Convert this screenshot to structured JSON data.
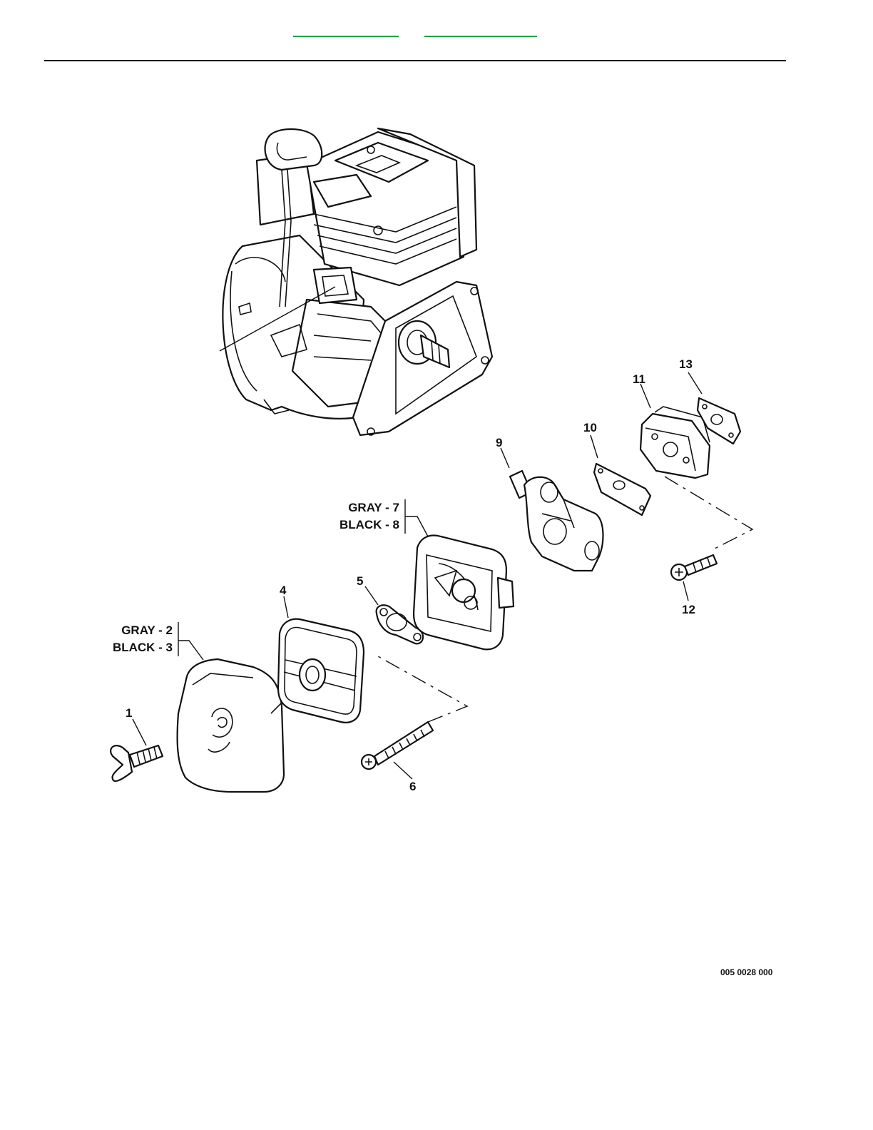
{
  "header": {
    "link_a": "",
    "link_b": ""
  },
  "callouts": {
    "c1": "1",
    "c2": "GRAY - 2",
    "c3": "BLACK - 3",
    "c4": "4",
    "c5": "5",
    "c6": "6",
    "c7": "GRAY - 7",
    "c8": "BLACK - 8",
    "c9": "9",
    "c10": "10",
    "c11": "11",
    "c12": "12",
    "c13": "13"
  },
  "reference_number": "005 0028 000",
  "colors": {
    "link_underline": "#22a046",
    "line_art": "#111111"
  }
}
